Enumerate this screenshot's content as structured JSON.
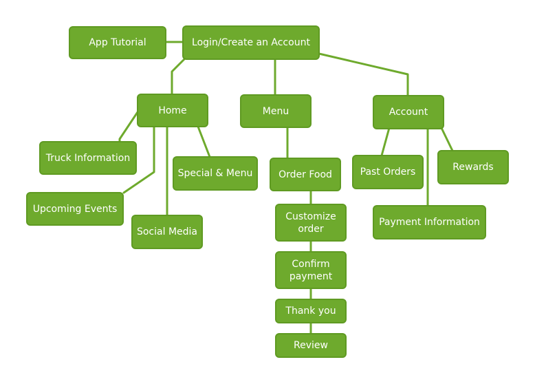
{
  "nodes": {
    "app_tutorial": "App Tutorial",
    "login": "Login/Create an Account",
    "home": "Home",
    "menu": "Menu",
    "account": "Account",
    "truck_information": "Truck Information",
    "upcoming_events": "Upcoming Events",
    "social_media": "Social Media",
    "special_menu": "Special & Menu",
    "order_food": "Order Food",
    "customize_order": "Customize order",
    "confirm_payment": "Confirm payment",
    "thank_you": "Thank you",
    "review": "Review",
    "past_orders": "Past Orders",
    "rewards": "Rewards",
    "payment_information": "Payment Information"
  },
  "colors": {
    "node_fill": "#6eaa2d",
    "connector": "#6eaa2d",
    "text": "#ffffff"
  }
}
